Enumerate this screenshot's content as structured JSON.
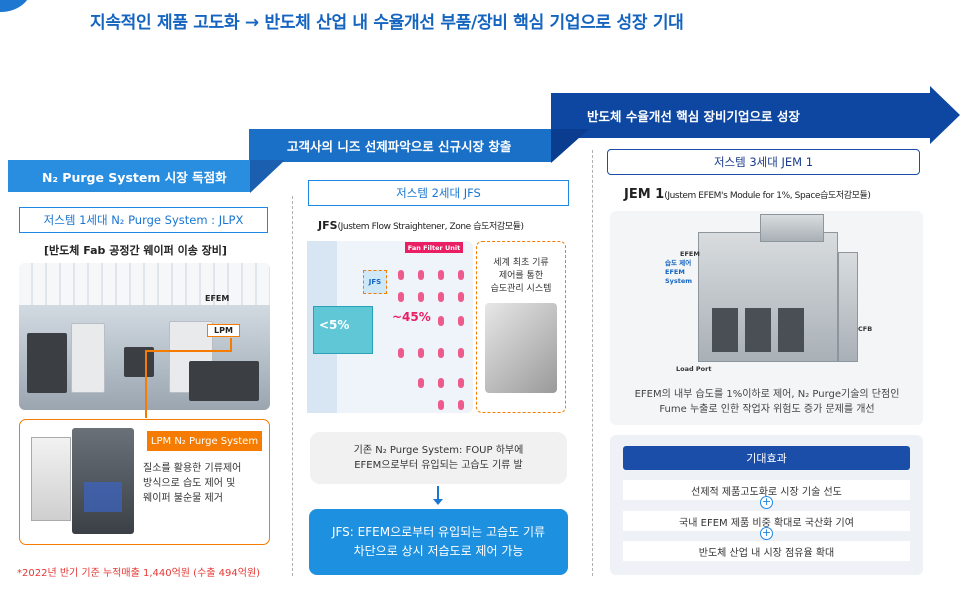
{
  "headline": "지속적인 제품 고도화 → 반도체 산업 내 수율개선 부품/장비 핵심 기업으로 성장 기대",
  "steps": {
    "step1": "N₂ Purge System 시장 독점화",
    "step2": "고객사의 니즈 선제파악으로 신규시장 창출",
    "step3": "반도체 수율개선 핵심 장비기업으로 성장"
  },
  "col1": {
    "box_label": "저스템 1세대 N₂ Purge System : JLPX",
    "subtitle": "[반도체 Fab 공정간 웨이퍼 이송 장비]",
    "efem_tag": "EFEM",
    "lpm_tag": "LPM",
    "lpm_title": "LPM N₂ Purge System",
    "lpm_desc": [
      "질소를 활용한 기류제어",
      "방식으로 습도 제어 및",
      "웨이퍼 불순물 제거"
    ],
    "footnote": "*2022년 반기 기준 누적매출 1,440억원 (수출 494억원)"
  },
  "col2": {
    "box_label": "저스템 2세대 JFS",
    "subtitle_main": "JFS",
    "subtitle_sub": "(Justem Flow Straightener, Zone 습도저감모듈)",
    "ffu_label": "Fan Filter Unit",
    "jfs_chip": "JFS",
    "pct_small": "<5%",
    "pct_big": "~45%",
    "world_text": [
      "세계 최초 기류",
      "제어를 통한",
      "습도관리 시스템"
    ],
    "grey_text": [
      "기존 N₂ Purge System: FOUP 하부에",
      "EFEM으로부터 유입되는 고습도 기류 발"
    ],
    "result_text": [
      "JFS: EFEM으로부터 유입되는 고습도 기류",
      "차단으로 상시 저습도로 제어 가능"
    ]
  },
  "col3": {
    "box_label": "저스템 3세대 JEM 1",
    "subtitle_main": "JEM 1",
    "subtitle_sub": "(Justem EFEM's Module  for 1%, Space습도저감모듈)",
    "labels": {
      "efem": "EFEM",
      "humidity": [
        "습도 제어",
        "EFEM",
        "System"
      ],
      "cfb": "CFB",
      "load_port": "Load Port"
    },
    "desc": [
      "EFEM의 내부 습도를 1%이하로 제어, N₂ Purge기술의 단점인",
      "Fume 누출로 인한 작업자 위험도 증가 문제를 개선"
    ],
    "effect_title": "기대효과",
    "effects": [
      "선제적 제품고도화로 시장 기술 선도",
      "국내 EFEM 제품 비중 확대로 국산화 기여",
      "반도체 산업 내 시장 점유율 확대"
    ]
  },
  "colors": {
    "primary": "#1565c0",
    "dark_navy": "#0d47a1",
    "accent_orange": "#f57c00",
    "accent_red": "#e53935",
    "bright_blue": "#1e90e0"
  }
}
